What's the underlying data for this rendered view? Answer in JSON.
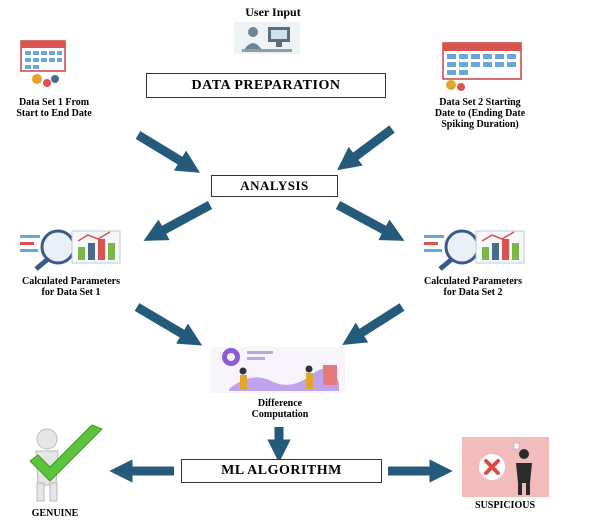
{
  "user_input": {
    "label": "User Input",
    "icon": "user-at-computer-icon"
  },
  "data_preparation": {
    "label": "DATA PREPARATION"
  },
  "dataset1": {
    "label_line1": "Data Set 1 From",
    "label_line2": "Start to End Date",
    "icon": "calendar-icon"
  },
  "dataset2": {
    "label_line1": "Data Set 2 Starting",
    "label_line2": "Date to (Ending Date",
    "label_line3": "Spiking Duration)",
    "icon": "calendar-icon"
  },
  "analysis": {
    "label": "ANALYSIS"
  },
  "params1": {
    "label_line1": "Calculated Parameters",
    "label_line2": "for Data Set 1",
    "icon": "magnifier-chart-icon"
  },
  "params2": {
    "label_line1": "Calculated Parameters",
    "label_line2": "for Data Set 2",
    "icon": "magnifier-chart-icon"
  },
  "difference": {
    "label_line1": "Difference",
    "label_line2": "Computation",
    "icon": "dashboard-people-icon"
  },
  "ml": {
    "label": "ML ALGORITHM"
  },
  "genuine": {
    "label": "GENUINE",
    "icon": "checkmark-person-icon"
  },
  "suspicious": {
    "label": "SUSPICIOUS",
    "icon": "x-mark-person-icon"
  },
  "colors": {
    "arrow": "#245a7a",
    "calendar_red": "#d9534f",
    "calendar_blue": "#6aa6d9",
    "check_green": "#5cc43c",
    "x_red": "#e04848",
    "suspicious_bg": "#f2bcbc"
  }
}
